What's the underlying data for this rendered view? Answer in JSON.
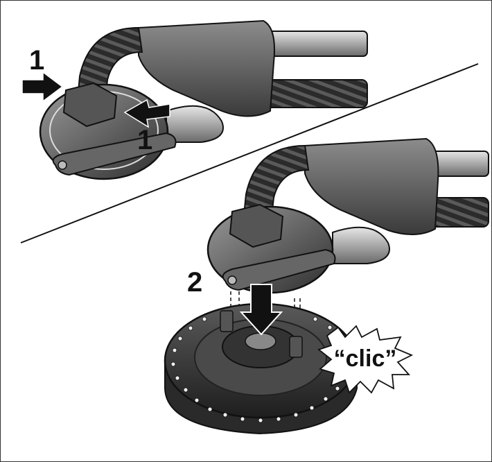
{
  "callouts": {
    "step1_top": "1",
    "step1_bottom": "1",
    "step2": "2",
    "sound": "“clic”"
  },
  "colors": {
    "metal": "#a9a9a9",
    "dark_metal": "#4a4a4a",
    "hose": "#2a2a2a",
    "outline": "#111111",
    "pad": "#3d3d3d"
  }
}
